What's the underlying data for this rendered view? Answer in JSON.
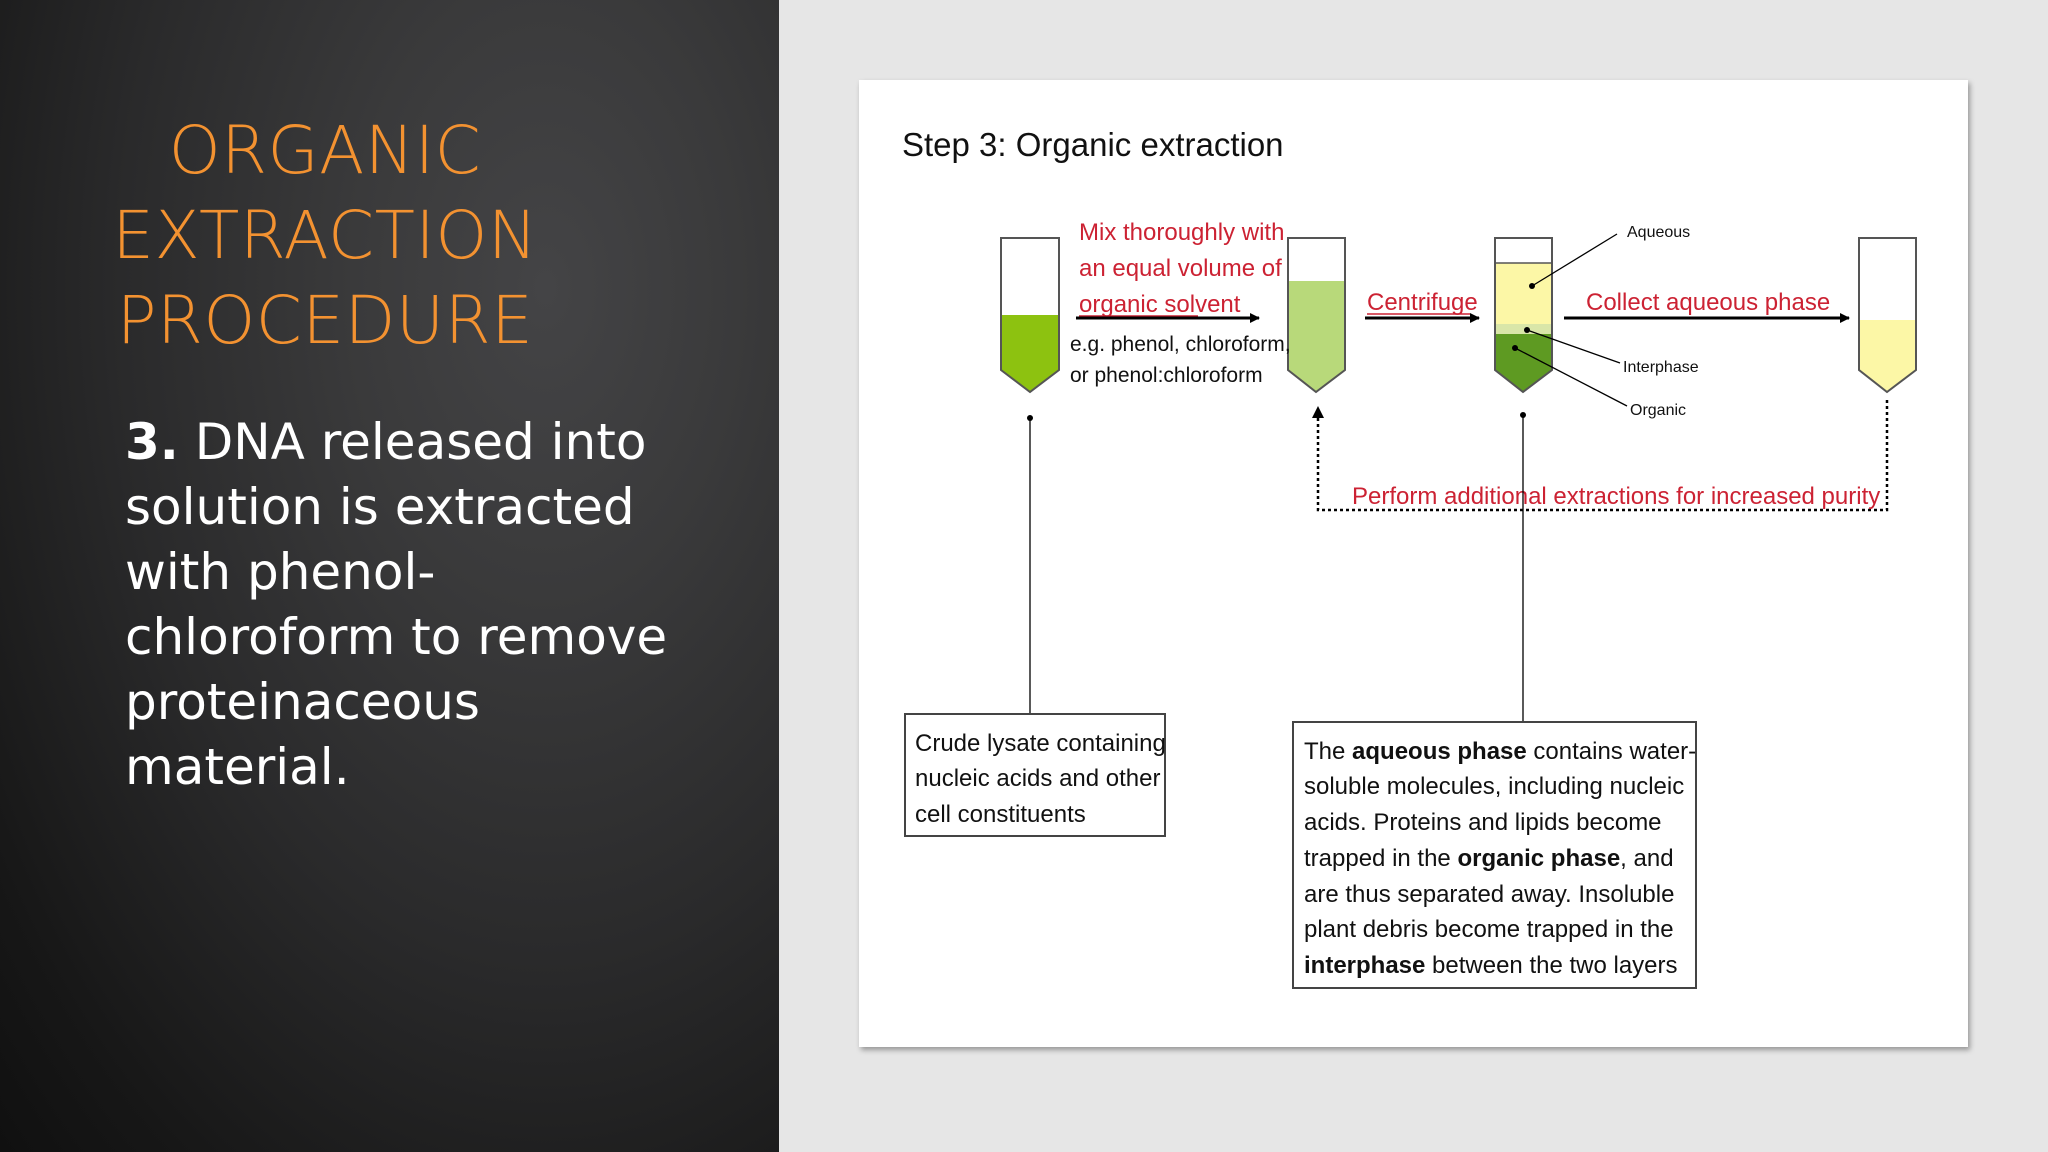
{
  "slide": {
    "title_lines": [
      "ORGANIC",
      "EXTRACTION",
      "PROCEDURE"
    ],
    "step_number": "3.",
    "body_lines": [
      " DNA released into",
      "solution is extracted",
      "with phenol-",
      "chloroform to remove",
      "proteinaceous",
      "material."
    ]
  },
  "figure": {
    "title": "Step 3: Organic extraction",
    "mix_lines": [
      "Mix thoroughly with",
      "an equal volume of",
      "organic solvent"
    ],
    "example_lines": [
      "e.g. phenol, chloroform,",
      "or phenol:chloroform"
    ],
    "centrifuge": "Centrifuge",
    "collect": "Collect aqueous phase",
    "layer_labels": {
      "aqueous": "Aqueous",
      "interphase": "Interphase",
      "organic": "Organic"
    },
    "repeat_label": "Perform additional extractions for increased purity",
    "lysate_lines": [
      "Crude lysate containing",
      "nucleic acids and other",
      "cell constituents"
    ],
    "phase_box": {
      "l1_a": "The ",
      "l1_b": "aqueous phase",
      "l1_c": " contains water-",
      "l2": "soluble molecules, including nucleic",
      "l3": "acids. Proteins and lipids become",
      "l4_a": "trapped in the ",
      "l4_b": "organic phase",
      "l4_c": ", and",
      "l5": "are thus separated away. Insoluble",
      "l6": "plant debris become trapped in the",
      "l7_a": "interphase",
      "l7_b": " between the two layers"
    },
    "colors": {
      "lysate_green": "#8dc210",
      "mixed_green": "#b8d97a",
      "aqueous_yellow": "#fcf7a6",
      "organic_green": "#5e9a22",
      "label_red": "#cc2233"
    }
  }
}
